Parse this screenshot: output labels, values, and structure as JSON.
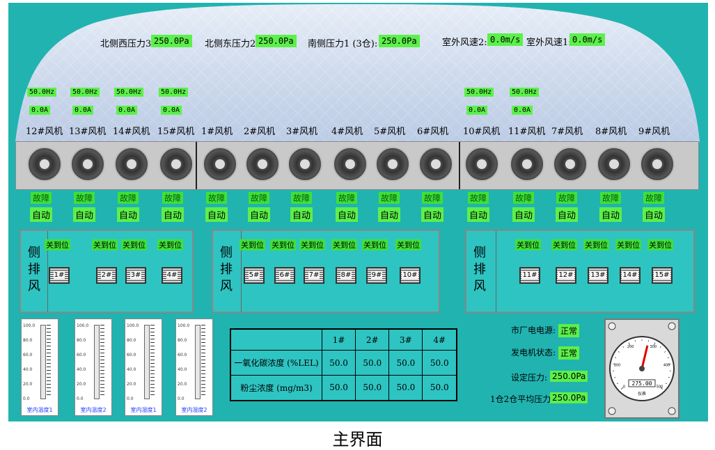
{
  "caption": "主界面",
  "pressures": [
    {
      "label": "北侧西压力3:",
      "value": "250.0Pa"
    },
    {
      "label": "北侧东压力2:",
      "value": "250.0Pa"
    },
    {
      "label": "南侧压力1 (3仓):",
      "value": "250.0Pa"
    },
    {
      "label": "室外风速2:",
      "value": "0.0m/s"
    },
    {
      "label": "室外风速1:",
      "value": "0.0m/s"
    }
  ],
  "fans": [
    {
      "name": "12#风机",
      "freq": "50.0Hz",
      "current": "0.0A",
      "fault": "故障",
      "mode": "自动"
    },
    {
      "name": "13#风机",
      "freq": "50.0Hz",
      "current": "0.0A",
      "fault": "故障",
      "mode": "自动"
    },
    {
      "name": "14#风机",
      "freq": "50.0Hz",
      "current": "0.0A",
      "fault": "故障",
      "mode": "自动"
    },
    {
      "name": "15#风机",
      "freq": "50.0Hz",
      "current": "0.0A",
      "fault": "故障",
      "mode": "自动"
    },
    {
      "name": "1#风机",
      "fault": "故障",
      "mode": "自动"
    },
    {
      "name": "2#风机",
      "fault": "故障",
      "mode": "自动"
    },
    {
      "name": "3#风机",
      "fault": "故障",
      "mode": "自动"
    },
    {
      "name": "4#风机",
      "fault": "故障",
      "mode": "自动"
    },
    {
      "name": "5#风机",
      "fault": "故障",
      "mode": "自动"
    },
    {
      "name": "6#风机",
      "fault": "故障",
      "mode": "自动"
    },
    {
      "name": "10#风机",
      "freq": "50.0Hz",
      "current": "0.0A",
      "fault": "故障",
      "mode": "自动"
    },
    {
      "name": "11#风机",
      "freq": "50.0Hz",
      "current": "0.0A",
      "fault": "故障",
      "mode": "自动"
    },
    {
      "name": "7#风机",
      "fault": "故障",
      "mode": "自动"
    },
    {
      "name": "8#风机",
      "fault": "故障",
      "mode": "自动"
    },
    {
      "name": "9#风机",
      "fault": "故障",
      "mode": "自动"
    }
  ],
  "side_exhaust_panels": [
    {
      "title": "侧排风",
      "units": [
        {
          "status": "关到位",
          "id": "1#"
        },
        {
          "status": "关到位",
          "id": "2#"
        },
        {
          "status": "关到位",
          "id": "3#"
        },
        {
          "status": "关到位",
          "id": "4#"
        }
      ]
    },
    {
      "title": "侧排风",
      "units": [
        {
          "status": "关到位",
          "id": "5#"
        },
        {
          "status": "关到位",
          "id": "6#"
        },
        {
          "status": "关到位",
          "id": "7#"
        },
        {
          "status": "关到位",
          "id": "8#"
        },
        {
          "status": "关到位",
          "id": "9#"
        },
        {
          "status": "关到位",
          "id": "10#"
        }
      ]
    },
    {
      "title": "侧排风",
      "units": [
        {
          "status": "关到位",
          "id": "11#"
        },
        {
          "status": "关到位",
          "id": "12#"
        },
        {
          "status": "关到位",
          "id": "13#"
        },
        {
          "status": "关到位",
          "id": "14#"
        },
        {
          "status": "关到位",
          "id": "15#"
        }
      ]
    }
  ],
  "thermometers": [
    {
      "label": "室内温度1",
      "value": 0
    },
    {
      "label": "室内温度2",
      "value": 0
    },
    {
      "label": "室内湿度1",
      "value": 0
    },
    {
      "label": "室内湿度2",
      "value": 0
    }
  ],
  "therm_ticks": [
    "100.0",
    "80.0",
    "60.0",
    "40.0",
    "20.0",
    "0.0"
  ],
  "table": {
    "columns": [
      "1#",
      "2#",
      "3#",
      "4#"
    ],
    "rows": [
      {
        "label": "一氧化碳浓度 (%LEL)",
        "values": [
          "50.0",
          "50.0",
          "50.0",
          "50.0"
        ]
      },
      {
        "label": "粉尘浓度 (mg/m3)",
        "values": [
          "50.0",
          "50.0",
          "50.0",
          "50.0"
        ]
      }
    ]
  },
  "status": [
    {
      "label": "市厂电电源:",
      "value": "正常"
    },
    {
      "label": "发电机状态:",
      "value": "正常"
    },
    {
      "label": "设定压力:",
      "value": "250.0Pa"
    },
    {
      "label": "1仓2仓平均压力:",
      "value": "250.0Pa"
    }
  ],
  "gauge": {
    "readout": "275.00",
    "unit": "仪表",
    "value": 275,
    "min": 0,
    "max": 500,
    "ticks": [
      "0",
      "100",
      "200",
      "300",
      "400",
      "500"
    ]
  },
  "colors": {
    "background": "#21b3b0",
    "indicator": "#5cf04a",
    "panel": "#2ec4c2"
  }
}
